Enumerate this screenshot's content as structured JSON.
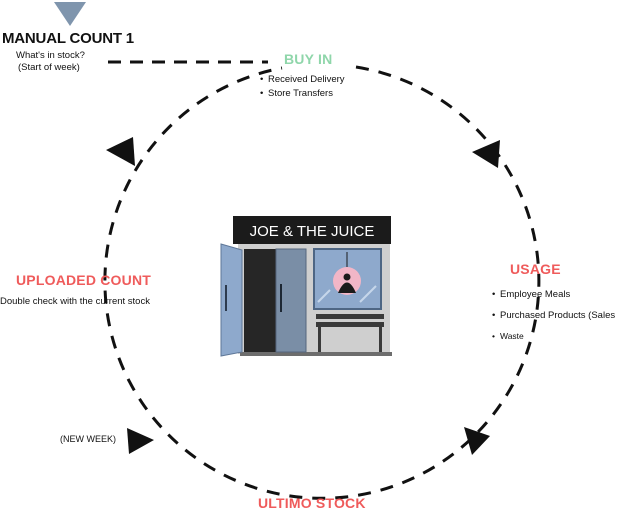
{
  "colors": {
    "buy_in": "#8fd6aa",
    "red": "#ef5b5b",
    "marker": "#7f95ad",
    "arrow": "#111111"
  },
  "marker_icon": "down-triangle-icon",
  "store_icon": "storefront-icon",
  "manual_count": {
    "title": "MANUAL COUNT 1",
    "line1": "What's in stock?",
    "line2": "(Start of week)"
  },
  "buy_in": {
    "title": "BUY IN",
    "items": [
      "Received Delivery",
      "Store Transfers"
    ]
  },
  "usage": {
    "title": "USAGE",
    "items": [
      "Employee Meals",
      "Purchased Products (Sales",
      "Waste"
    ]
  },
  "ultimo_stock": {
    "title": "ULTIMO STOCK"
  },
  "uploaded_count": {
    "title": "UPLOADED COUNT",
    "subtitle": "Double check with the current stock"
  },
  "new_week": "(NEW WEEK)",
  "store": {
    "sign": "JOE & THE JUICE"
  }
}
